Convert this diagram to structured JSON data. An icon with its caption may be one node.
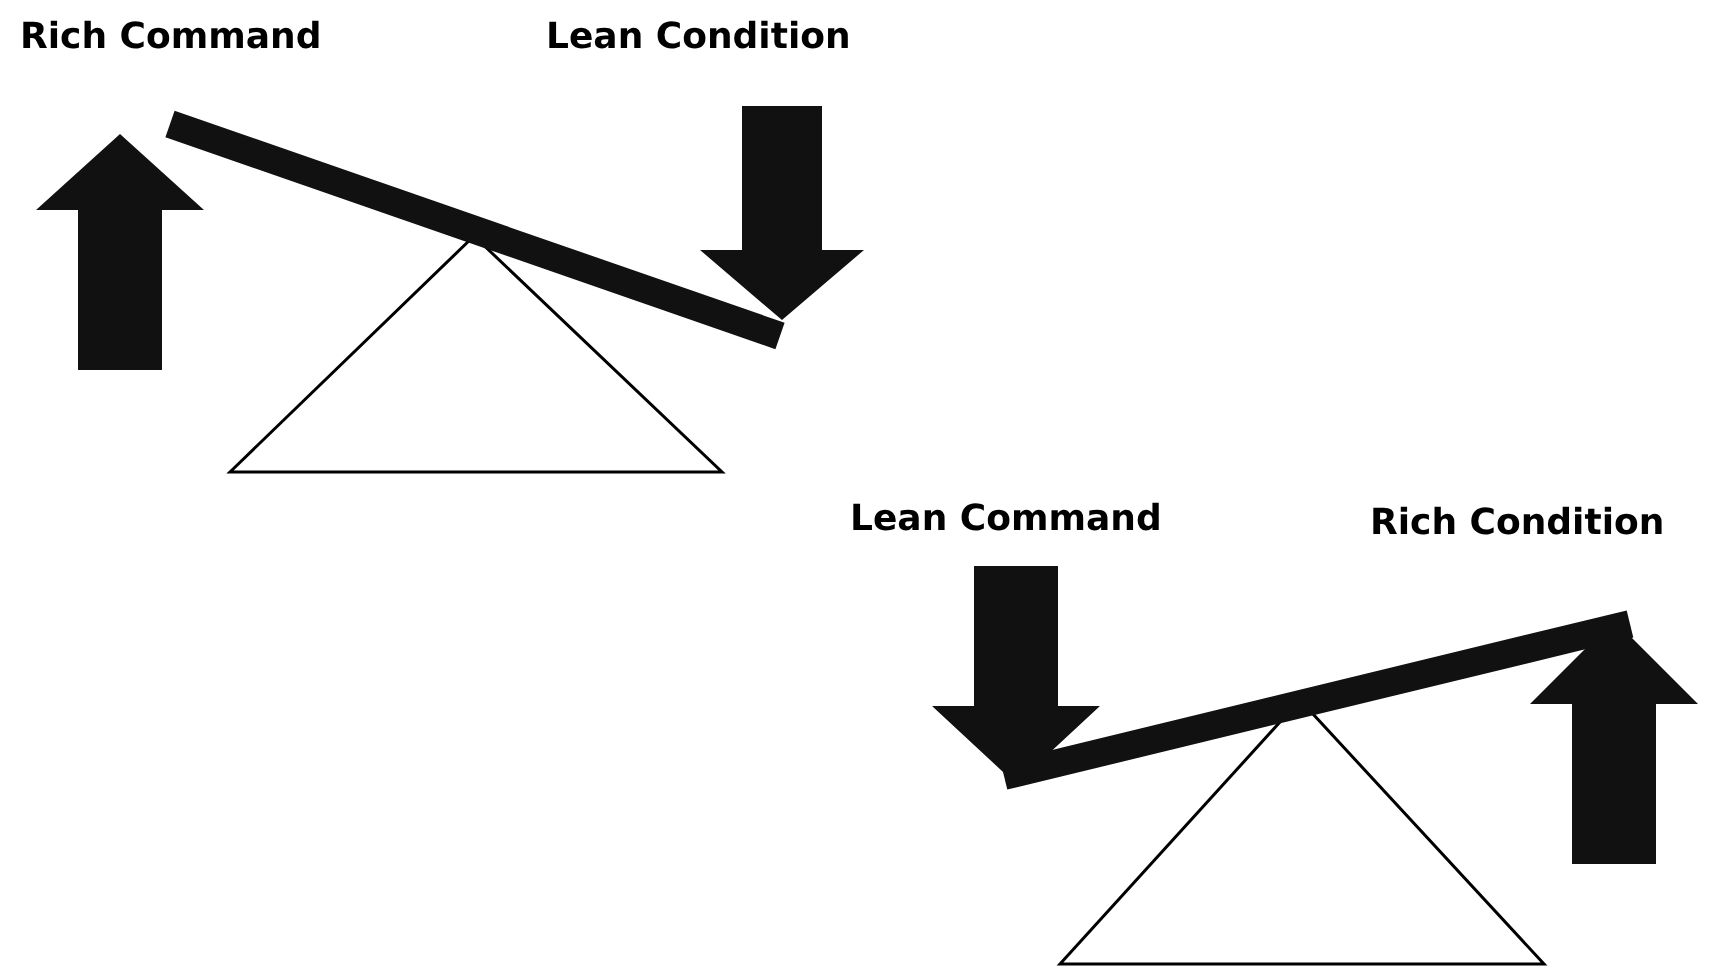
{
  "diagram": {
    "labels": [
      "Rich Command",
      "Lean Condition",
      "Lean Command",
      "Rich Condition"
    ]
  }
}
